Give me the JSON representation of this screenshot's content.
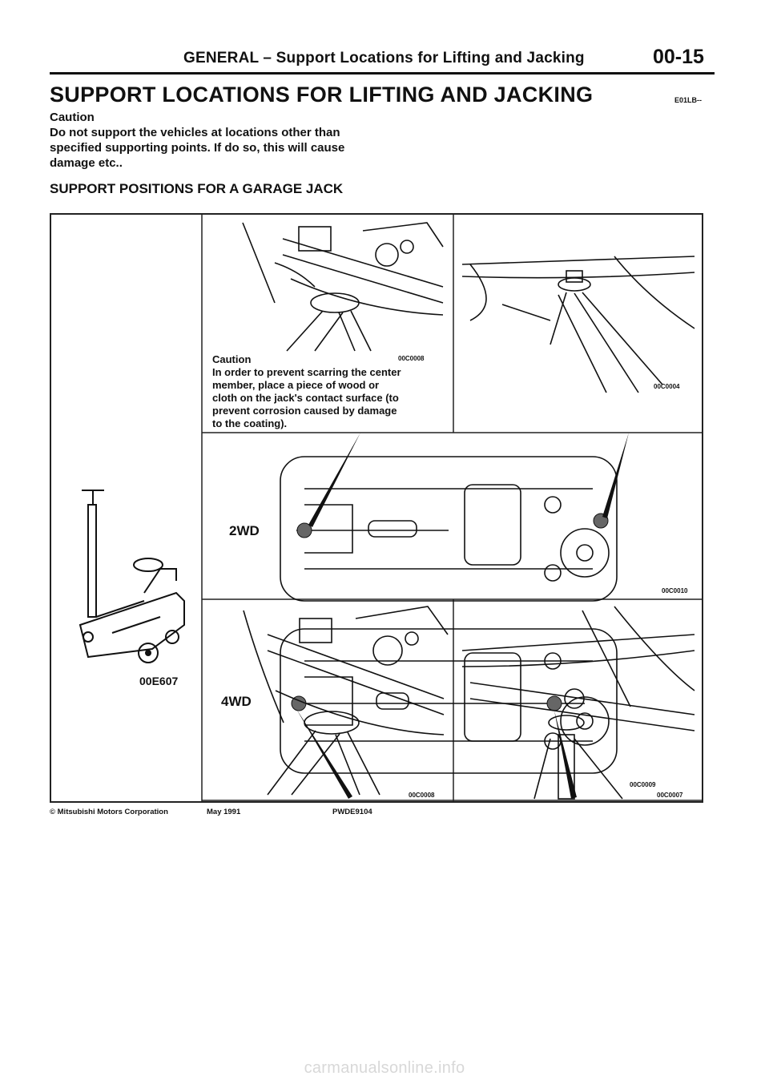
{
  "header": {
    "section_title": "GENERAL – Support Locations for Lifting and Jacking",
    "page_number": "00-15"
  },
  "main": {
    "title": "SUPPORT LOCATIONS FOR LIFTING AND JACKING",
    "section_code": "E01LB--",
    "caution_heading": "Caution",
    "caution_lines": [
      "Do not support the vehicles at locations other than",
      "specified supporting points.  If do so, this will cause",
      "damage etc.."
    ],
    "subheading": "SUPPORT POSITIONS FOR A GARAGE JACK"
  },
  "figure": {
    "jack_code": "00E607",
    "front_member_code": "00C0008",
    "rear_member_code": "00C0004",
    "caution_title": "Caution",
    "caution_lines": [
      "In order to prevent scarring the center",
      "member, place a piece of wood or",
      "cloth on the jack's contact surface (to",
      "prevent corrosion caused by damage",
      "to the coating)."
    ],
    "label_2wd": "2WD",
    "code_2wd": "00C0010",
    "label_4wd": "4WD",
    "code_4wd": "00C0009",
    "bottom_left_code": "00C0008",
    "bottom_right_code": "00C0007"
  },
  "footer": {
    "copyright": "© Mitsubishi Motors Corporation",
    "date": "May 1991",
    "doc_code": "PWDE9104"
  },
  "watermark": "carmanualsonline.info"
}
